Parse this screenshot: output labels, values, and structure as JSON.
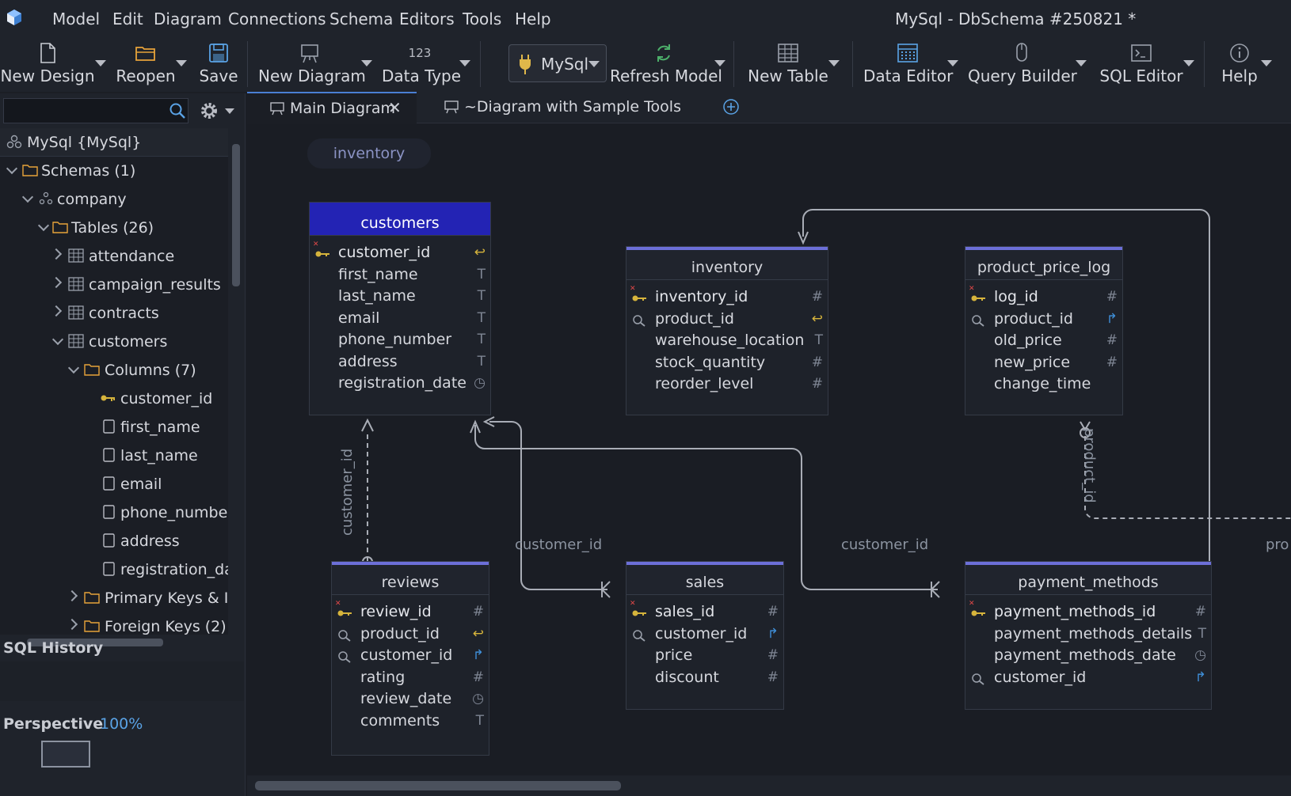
{
  "window": {
    "title": "MySql - DbSchema #250821 *"
  },
  "menu": [
    "Model",
    "Edit",
    "Diagram",
    "Connections",
    "Schema",
    "Editors",
    "Tools",
    "Help"
  ],
  "toolbar": {
    "new_design": "New Design",
    "reopen": "Reopen",
    "save": "Save",
    "new_diagram": "New Diagram",
    "data_type": "Data Type",
    "data_type_icon_text": "123",
    "db_select": "MySql",
    "refresh_model": "Refresh Model",
    "new_table": "New Table",
    "data_editor": "Data Editor",
    "query_builder": "Query Builder",
    "sql_editor": "SQL Editor",
    "help": "Help"
  },
  "search": {
    "placeholder": ""
  },
  "tree": {
    "root": "MySql {MySql}",
    "schemas": "Schemas (1)",
    "schema": "company",
    "tables": "Tables (26)",
    "table_items": [
      "attendance",
      "campaign_results",
      "contracts",
      "customers"
    ],
    "columns_folder": "Columns (7)",
    "columns": [
      "customer_id",
      "first_name",
      "last_name",
      "email",
      "phone_number",
      "address",
      "registration_da"
    ],
    "primary_keys": "Primary Keys & Ir",
    "foreign_keys": "Foreign Keys (2)"
  },
  "panels": {
    "sql_history": "SQL History",
    "perspective": "Perspective",
    "zoom": "100%"
  },
  "tabs": [
    {
      "label": "Main Diagram",
      "active": true,
      "close": "✕"
    },
    {
      "label": "~Diagram with Sample Tools",
      "active": false
    }
  ],
  "diagram": {
    "group_label": "inventory",
    "entities": {
      "customers": {
        "title": "customers",
        "columns": [
          {
            "name": "customer_id",
            "type": "↩",
            "kind": "pk"
          },
          {
            "name": "first_name",
            "type": "T",
            "kind": "col"
          },
          {
            "name": "last_name",
            "type": "T",
            "kind": "col"
          },
          {
            "name": "email",
            "type": "T",
            "kind": "col"
          },
          {
            "name": "phone_number",
            "type": "T",
            "kind": "col"
          },
          {
            "name": "address",
            "type": "T",
            "kind": "col"
          },
          {
            "name": "registration_date",
            "type": "◷",
            "kind": "col"
          }
        ]
      },
      "inventory": {
        "title": "inventory",
        "columns": [
          {
            "name": "inventory_id",
            "type": "#",
            "kind": "pk"
          },
          {
            "name": "product_id",
            "type": "↩",
            "kind": "fk"
          },
          {
            "name": "warehouse_location",
            "type": "T",
            "kind": "col"
          },
          {
            "name": "stock_quantity",
            "type": "#",
            "kind": "col"
          },
          {
            "name": "reorder_level",
            "type": "#",
            "kind": "col"
          }
        ]
      },
      "product_price_log": {
        "title": "product_price_log",
        "columns": [
          {
            "name": "log_id",
            "type": "#",
            "kind": "pk"
          },
          {
            "name": "product_id",
            "type": "↱",
            "kind": "fk"
          },
          {
            "name": "old_price",
            "type": "#",
            "kind": "col"
          },
          {
            "name": "new_price",
            "type": "#",
            "kind": "col"
          },
          {
            "name": "change_time",
            "type": "",
            "kind": "col"
          }
        ]
      },
      "reviews": {
        "title": "reviews",
        "columns": [
          {
            "name": "review_id",
            "type": "#",
            "kind": "pk"
          },
          {
            "name": "product_id",
            "type": "↩",
            "kind": "fk"
          },
          {
            "name": "customer_id",
            "type": "↱",
            "kind": "fk"
          },
          {
            "name": "rating",
            "type": "#",
            "kind": "col"
          },
          {
            "name": "review_date",
            "type": "◷",
            "kind": "col"
          },
          {
            "name": "comments",
            "type": "T",
            "kind": "col"
          }
        ]
      },
      "sales": {
        "title": "sales",
        "columns": [
          {
            "name": "sales_id",
            "type": "#",
            "kind": "pk"
          },
          {
            "name": "customer_id",
            "type": "↱",
            "kind": "fk"
          },
          {
            "name": "price",
            "type": "#",
            "kind": "col"
          },
          {
            "name": "discount",
            "type": "#",
            "kind": "col"
          }
        ]
      },
      "payment_methods": {
        "title": "payment_methods",
        "columns": [
          {
            "name": "payment_methods_id",
            "type": "#",
            "kind": "pk"
          },
          {
            "name": "payment_methods_details",
            "type": "T",
            "kind": "col"
          },
          {
            "name": "payment_methods_date",
            "type": "◷",
            "kind": "col"
          },
          {
            "name": "customer_id",
            "type": "↱",
            "kind": "fk"
          }
        ]
      }
    },
    "relation_labels": {
      "reviews_customers": "customer_id",
      "sales_customers": "customer_id",
      "payment_customers": "customer_id",
      "price_log_product": "product_id",
      "offscreen": "pro"
    }
  },
  "colors": {
    "accent": "#4a7fd3",
    "selected_header": "#2323b4",
    "entity_border": "#6c6fd8",
    "pk_key": "#d6b43c"
  }
}
